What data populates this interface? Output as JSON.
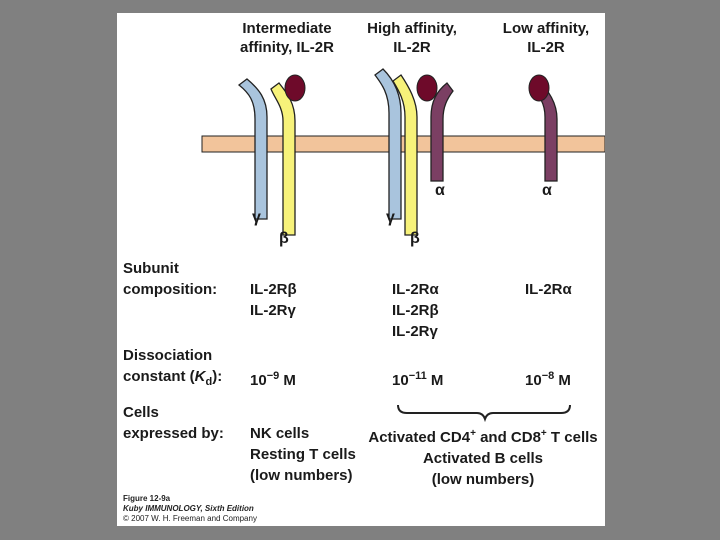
{
  "headers": {
    "intermediate": [
      "Intermediate",
      "affinity, IL-2R"
    ],
    "high": [
      "High affinity,",
      "IL-2R"
    ],
    "low": [
      "Low affinity,",
      "IL-2R"
    ]
  },
  "chain_labels": {
    "gamma": "γ",
    "beta": "β",
    "alpha": "α"
  },
  "rows": {
    "subunit": {
      "label": [
        "Subunit",
        "composition:"
      ],
      "intermediate": [
        "IL-2Rβ",
        "IL-2Rγ"
      ],
      "high": [
        "IL-2Rα",
        "IL-2Rβ",
        "IL-2Rγ"
      ],
      "low": [
        "IL-2Rα"
      ]
    },
    "dissociation": {
      "label_line1": "Dissociation",
      "label_line2_prefix": "constant (",
      "label_K": "K",
      "label_sub": "d",
      "label_line2_suffix": "):",
      "intermediate": {
        "base": "10",
        "exp": "−9",
        "unit": " M"
      },
      "high": {
        "base": "10",
        "exp": "−11",
        "unit": " M"
      },
      "low": {
        "base": "10",
        "exp": "−8",
        "unit": " M"
      }
    },
    "cells": {
      "label": [
        "Cells",
        "expressed by:"
      ],
      "intermediate": [
        "NK cells",
        "Resting T cells",
        "(low numbers)"
      ],
      "activated_prefix": "Activated CD4",
      "activated_sup1": "+",
      "activated_mid": " and CD8",
      "activated_sup2": "+",
      "activated_suffix": " T cells",
      "activated_b": "Activated B cells",
      "activated_low": "(low numbers)"
    }
  },
  "caption": {
    "figure": "Figure 12-9a",
    "book": "Kuby IMMUNOLOGY, Sixth Edition",
    "copyright": "© 2007 W. H. Freeman and Company"
  },
  "colors": {
    "gamma_chain": "#a9c4dd",
    "beta_chain": "#f7f27a",
    "alpha_chain": "#7b3f63",
    "ligand": "#6e0a2a",
    "membrane": "#f2c49b",
    "outline": "#222222",
    "background": "#808080"
  }
}
